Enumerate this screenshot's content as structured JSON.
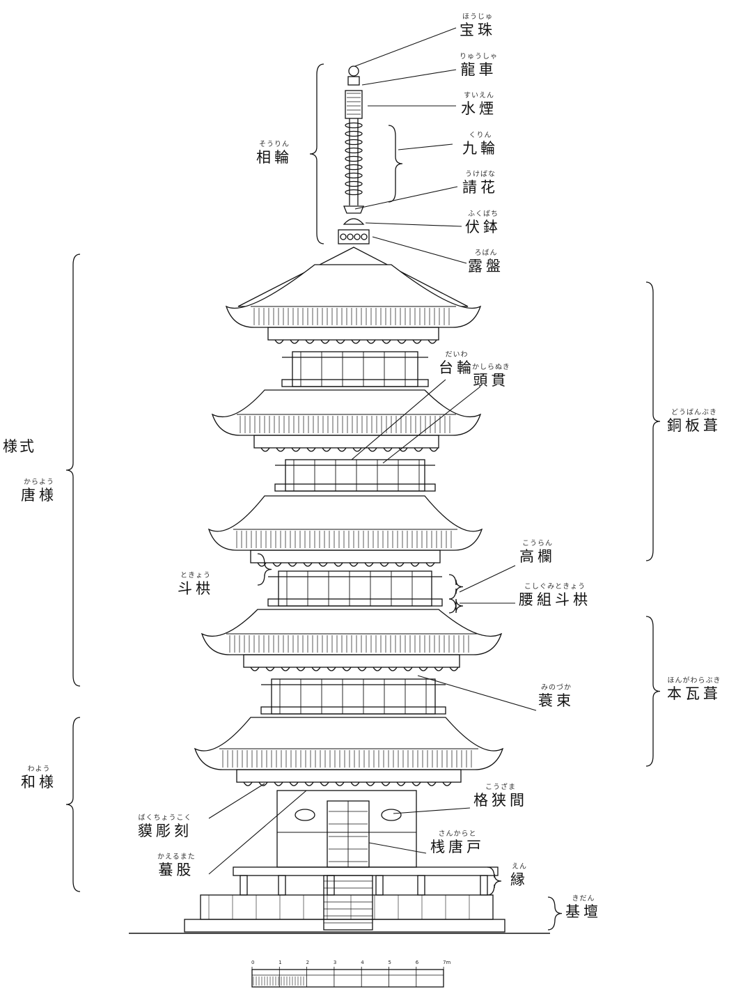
{
  "labels": {
    "hoju": {
      "text": "宝珠",
      "ruby": "ほうじゅ"
    },
    "ryusha": {
      "text": "龍車",
      "ruby": "りゅうしゃ"
    },
    "suien": {
      "text": "水煙",
      "ruby": "すいえん"
    },
    "kurin": {
      "text": "九輪",
      "ruby": "くりん"
    },
    "ukebana": {
      "text": "請花",
      "ruby": "うけばな"
    },
    "fukubachi": {
      "text": "伏鉢",
      "ruby": "ふくばち"
    },
    "roban": {
      "text": "露盤",
      "ruby": "ろばん"
    },
    "sorin": {
      "text": "相輪",
      "ruby": "そうりん"
    },
    "daiwa": {
      "text": "台輪",
      "ruby": "だいわ"
    },
    "kashiranuki": {
      "text": "頭貫",
      "ruby": "かしらぬき"
    },
    "dobanbuki": {
      "text": "銅板葺",
      "ruby": "どうばんぶき"
    },
    "karayo": {
      "text": "唐様",
      "ruby": "からよう"
    },
    "koran": {
      "text": "高欄",
      "ruby": "こうらん"
    },
    "tokyo": {
      "text": "斗栱",
      "ruby": "ときょう"
    },
    "koshigumi": {
      "text": "腰組斗栱",
      "ruby": "こしぐみときょう"
    },
    "minozuka": {
      "text": "蓑束",
      "ruby": "みのづか"
    },
    "hongawarabuki": {
      "text": "本瓦葺",
      "ruby": "ほんがわらぶき"
    },
    "wayo": {
      "text": "和様",
      "ruby": "わよう"
    },
    "kozama": {
      "text": "格狭間",
      "ruby": "こうざま"
    },
    "bakuchokoku": {
      "text": "貘彫刻",
      "ruby": "ばくちょうこく"
    },
    "sankarato": {
      "text": "桟唐戸",
      "ruby": "さんからと"
    },
    "kaerumata": {
      "text": "蟇股",
      "ruby": "かえるまた"
    },
    "en": {
      "text": "縁",
      "ruby": "えん"
    },
    "kidan": {
      "text": "基壇",
      "ruby": "きだん"
    }
  },
  "style_heading": "様式",
  "scale": {
    "ticks": [
      "0",
      "1",
      "2",
      "3",
      "4",
      "5",
      "6",
      "7m"
    ]
  }
}
